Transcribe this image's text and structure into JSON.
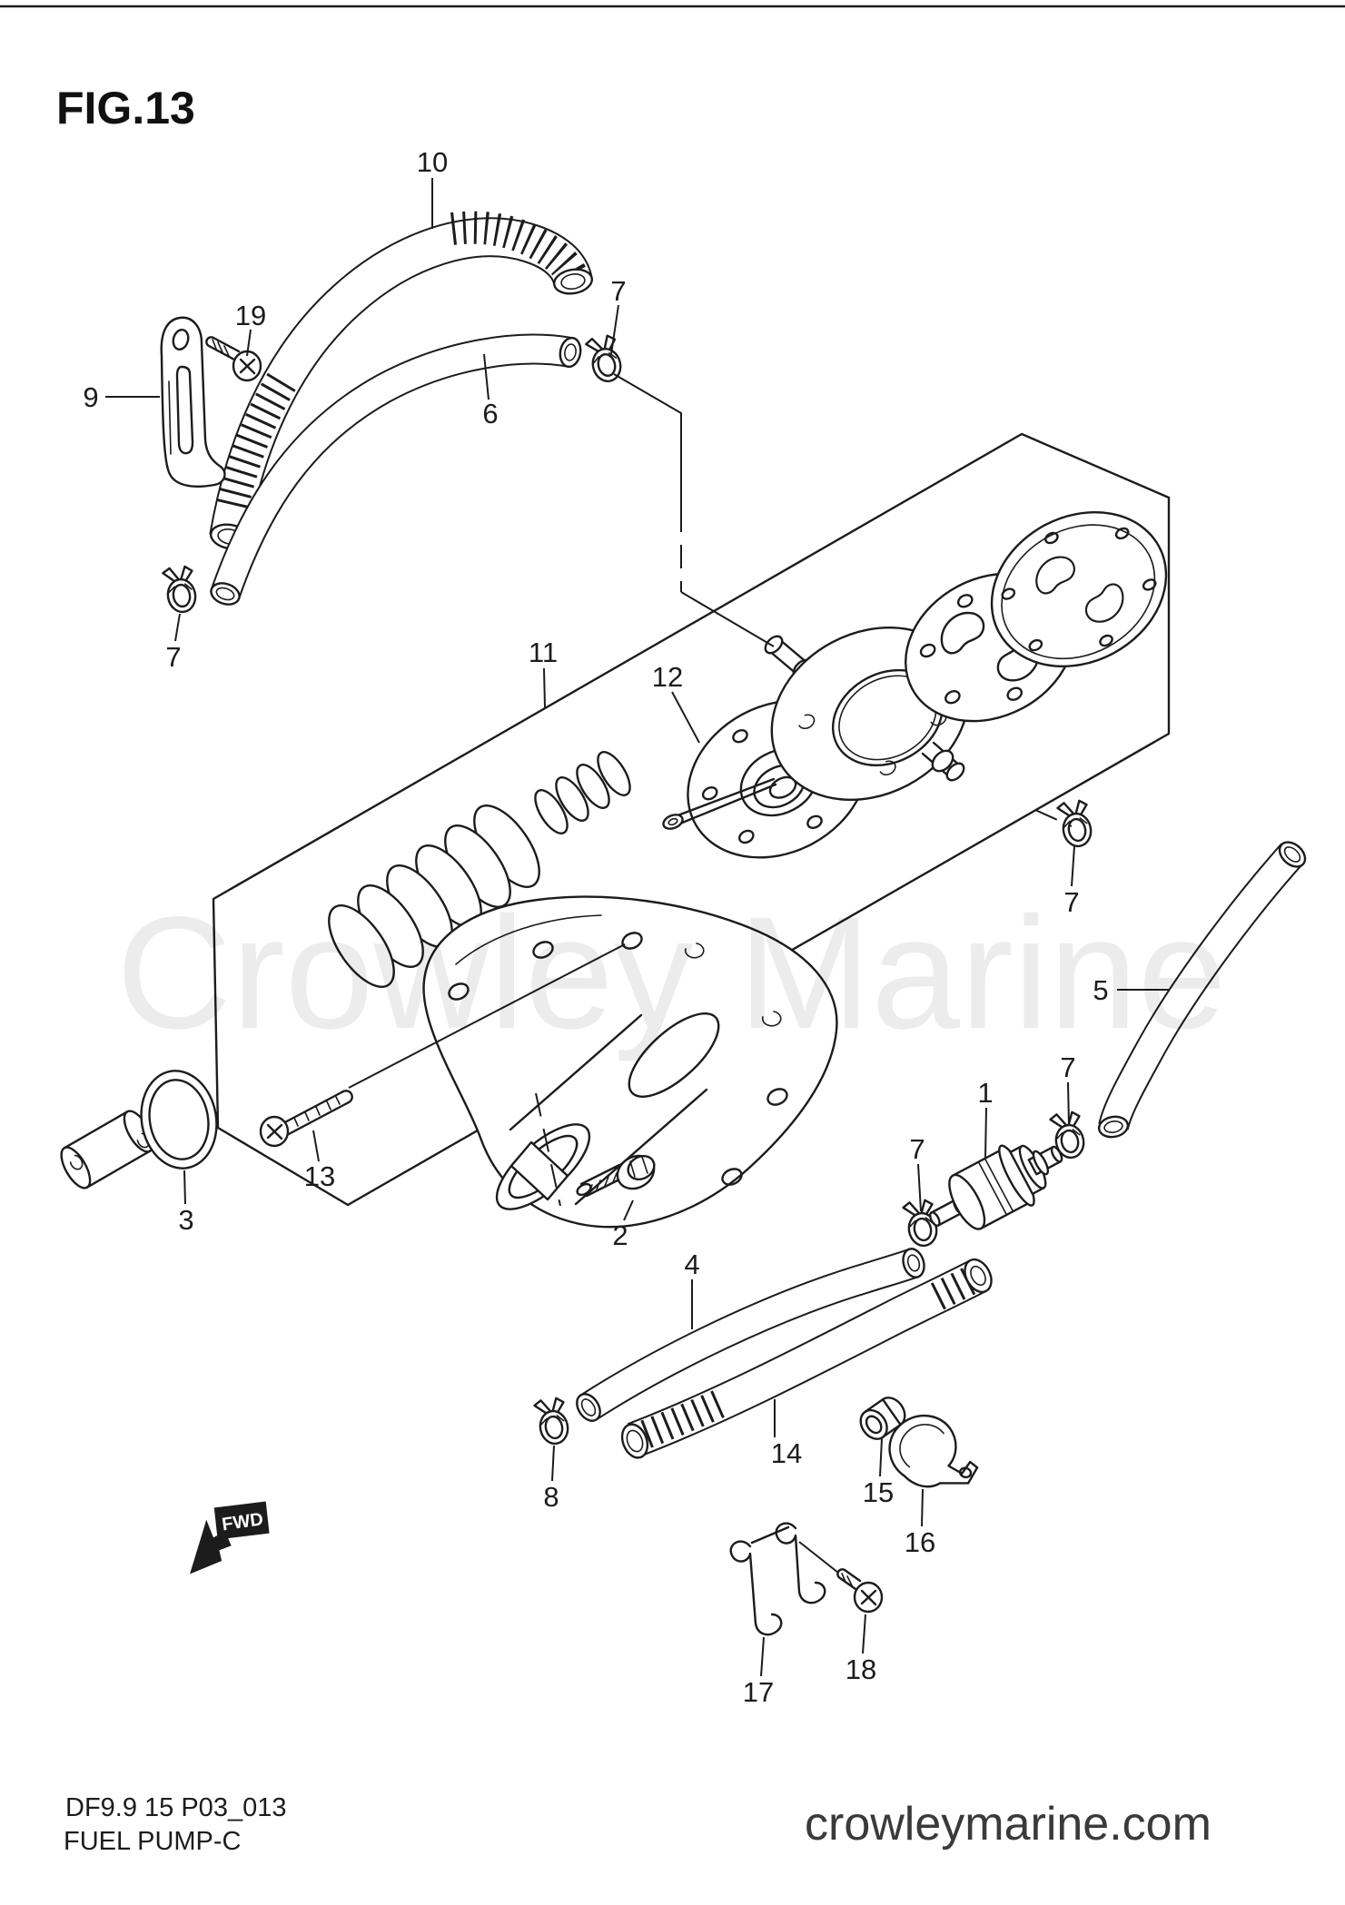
{
  "figure": {
    "title": "FIG.13"
  },
  "watermark": {
    "text": "Crowley Marine"
  },
  "fwd_marker": {
    "label": "FWD"
  },
  "footer": {
    "part_code": "DF9.9 15 P03_013",
    "figure_name": "FUEL PUMP-C",
    "website": "crowleymarine.com"
  },
  "colors": {
    "line": "#1c1c1c",
    "watermark_gray": "#ececec",
    "website_text": "#3a3a3a",
    "background": "#ffffff"
  },
  "part_labels": [
    {
      "part": "10"
    },
    {
      "part": "19"
    },
    {
      "part": "9"
    },
    {
      "part": "7"
    },
    {
      "part": "6"
    },
    {
      "part": "7"
    },
    {
      "part": "11"
    },
    {
      "part": "12"
    },
    {
      "part": "5"
    },
    {
      "part": "7"
    },
    {
      "part": "7"
    },
    {
      "part": "7"
    },
    {
      "part": "1"
    },
    {
      "part": "2"
    },
    {
      "part": "3"
    },
    {
      "part": "13"
    },
    {
      "part": "4"
    },
    {
      "part": "14"
    },
    {
      "part": "8"
    },
    {
      "part": "15"
    },
    {
      "part": "16"
    },
    {
      "part": "17"
    },
    {
      "part": "18"
    }
  ]
}
